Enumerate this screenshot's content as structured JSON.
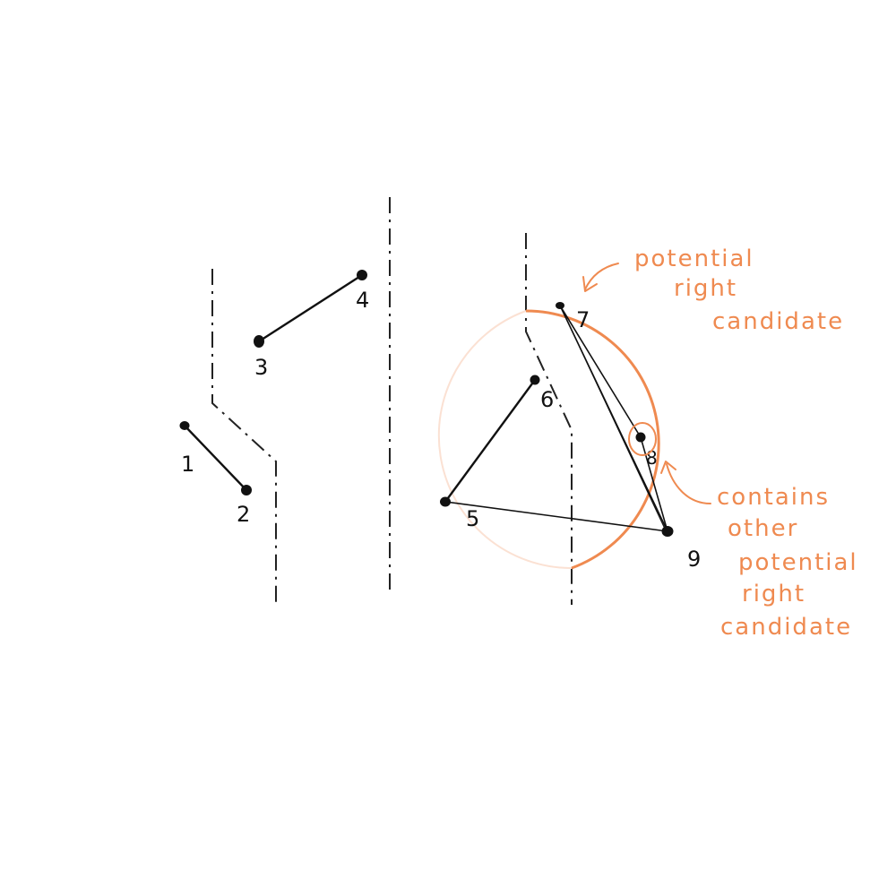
{
  "colors": {
    "ink": "#111111",
    "annotation": "#ef8a50",
    "circle_faded": "#fbe1d3"
  },
  "points": [
    {
      "id": "1",
      "label": "1"
    },
    {
      "id": "2",
      "label": "2"
    },
    {
      "id": "3",
      "label": "3"
    },
    {
      "id": "4",
      "label": "4"
    },
    {
      "id": "5",
      "label": "5"
    },
    {
      "id": "6",
      "label": "6"
    },
    {
      "id": "7",
      "label": "7"
    },
    {
      "id": "8",
      "label": "8"
    },
    {
      "id": "9",
      "label": "9"
    }
  ],
  "edges": [
    [
      "1",
      "2"
    ],
    [
      "3",
      "4"
    ],
    [
      "5",
      "6"
    ],
    [
      "5",
      "9"
    ],
    [
      "7",
      "9"
    ],
    [
      "7",
      "8"
    ],
    [
      "8",
      "9"
    ]
  ],
  "annotations": {
    "top": {
      "line1": "potential",
      "line2": "right",
      "line3": "candidate"
    },
    "bottom": {
      "line1": "contains",
      "line2": "other",
      "line3": "potential",
      "line4": "right",
      "line5": "candidate"
    }
  }
}
